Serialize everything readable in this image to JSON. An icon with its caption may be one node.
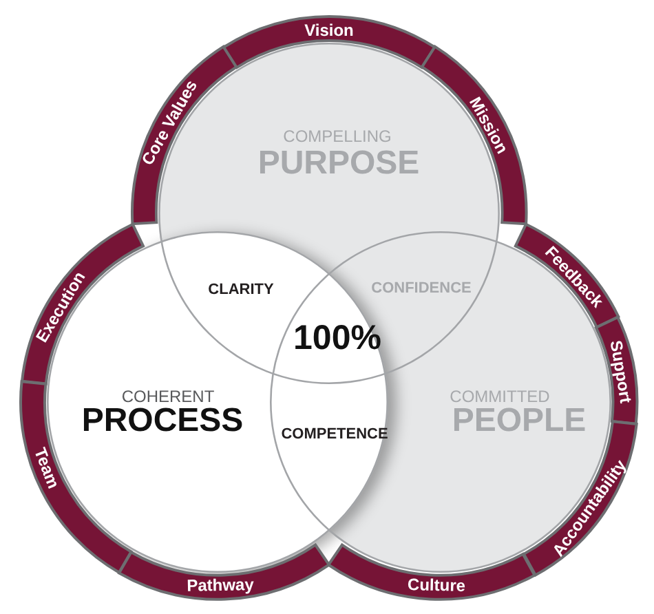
{
  "diagram": {
    "nodes": [
      {
        "text": [
          "COMPELLING",
          "PURPOSE"
        ]
      },
      {
        "text": [
          "Core Values"
        ]
      },
      {
        "text": [
          "Vision"
        ]
      },
      {
        "text": [
          "Mission"
        ]
      },
      {
        "text": [
          "COHERENT",
          "PROCESS"
        ]
      },
      {
        "text": [
          "Execution"
        ]
      },
      {
        "text": [
          "Team"
        ]
      },
      {
        "text": [
          "Pathway"
        ]
      },
      {
        "text": [
          "COMMITTED",
          "PEOPLE"
        ]
      },
      {
        "text": [
          "Feedback"
        ]
      },
      {
        "text": [
          "Support"
        ]
      },
      {
        "text": [
          "Accountability"
        ]
      },
      {
        "text": [
          "Culture"
        ]
      }
    ],
    "labels": [
      "CLARITY",
      "CONFIDENCE",
      "100%",
      "COMPETENCE"
    ]
  }
}
